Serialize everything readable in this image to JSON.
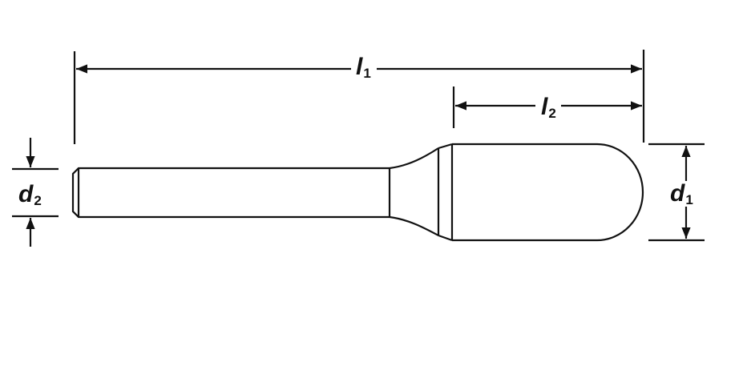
{
  "labels": {
    "l1": {
      "symbol": "l",
      "subscript": "1"
    },
    "l2": {
      "symbol": "l",
      "subscript": "2"
    },
    "d1": {
      "symbol": "d",
      "subscript": "1"
    },
    "d2": {
      "symbol": "d",
      "subscript": "2"
    }
  },
  "colors": {
    "line": "#111111",
    "background": "#ffffff"
  }
}
